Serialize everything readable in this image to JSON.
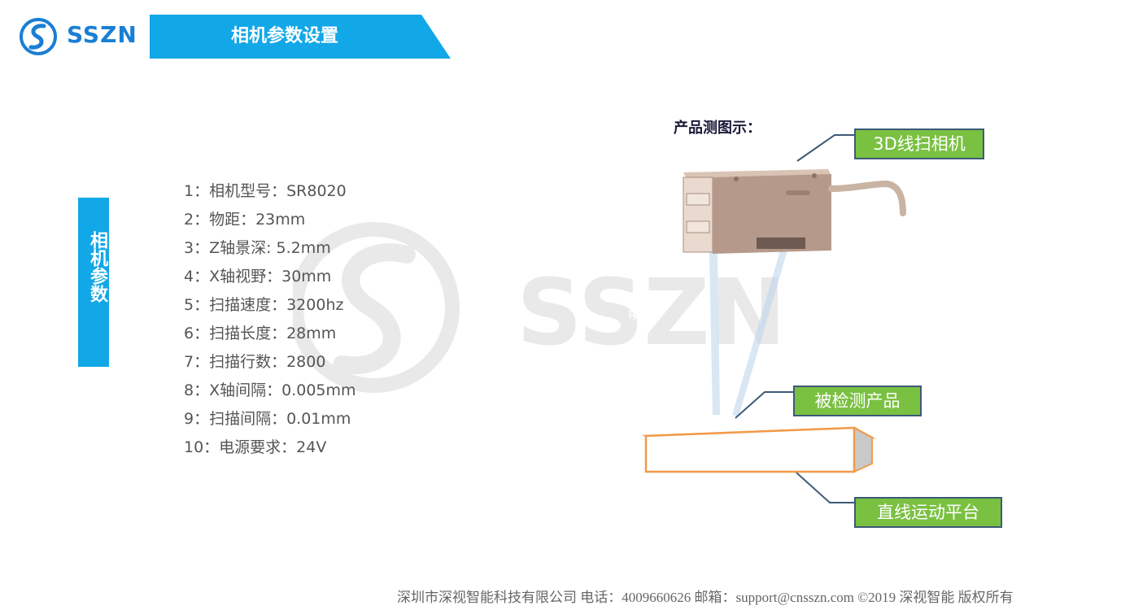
{
  "header": {
    "logo_text": "SSZN",
    "title": "相机参数设置"
  },
  "side_tab": {
    "label": "相机参数"
  },
  "params": [
    "1：相机型号：SR8020",
    "2：物距：23mm",
    "3：Z轴景深: 5.2mm",
    "4：X轴视野：30mm",
    "5：扫描速度：3200hz",
    "6：扫描长度：28mm",
    "7：扫描行数：2800",
    "8：X轴间隔：0.005mm",
    "9：扫描间隔：0.01mm",
    "10：电源要求：24V"
  ],
  "watermark": {
    "text": "SSZN",
    "small_text": "说明"
  },
  "diagram": {
    "title": "产品测图示：",
    "labels": {
      "camera": "3D线扫相机",
      "product": "被检测产品",
      "stage": "直线运动平台"
    }
  },
  "footer": {
    "text": "深圳市深视智能科技有限公司  电话：4009660626  邮箱：support@cnsszn.com ©2019 深视智能 版权所有"
  },
  "colors": {
    "brand_blue": "#12a7e6",
    "logo_blue": "#1a7fd4",
    "label_green": "#7ac142",
    "stage_orange": "#f29a4a"
  }
}
